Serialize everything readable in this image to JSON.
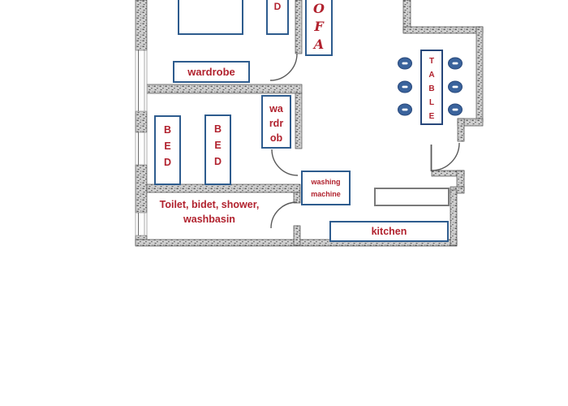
{
  "plan": {
    "bedroom1": {
      "bed_end_label": "D",
      "wardrobe_label": "wardrobe"
    },
    "bedroom2": {
      "bed1_letters": [
        "B",
        "E",
        "D"
      ],
      "bed2_letters": [
        "B",
        "E",
        "D"
      ],
      "wardrobe_lines": [
        "wa",
        "rdr",
        "ob"
      ]
    },
    "bathroom": {
      "label_line1": "Toilet, bidet, shower,",
      "label_line2": "washbasin"
    },
    "hall": {
      "washing_machine_lines": [
        "washing",
        "machine"
      ]
    },
    "kitchen": {
      "label": "kitchen"
    },
    "living": {
      "sofa_letters": [
        "O",
        "F",
        "A"
      ],
      "table_letters": [
        "T",
        "A",
        "B",
        "L",
        "E"
      ],
      "chair_count": 6
    }
  },
  "colors": {
    "furniture_border": "#2e5c8e",
    "table_border": "#27477a",
    "label_text": "#b1222e",
    "chair_fill": "#3a639c",
    "chair_border": "#27477a",
    "wall_gray": "#8c8c8c",
    "counter_border": "#7a7a7a"
  }
}
